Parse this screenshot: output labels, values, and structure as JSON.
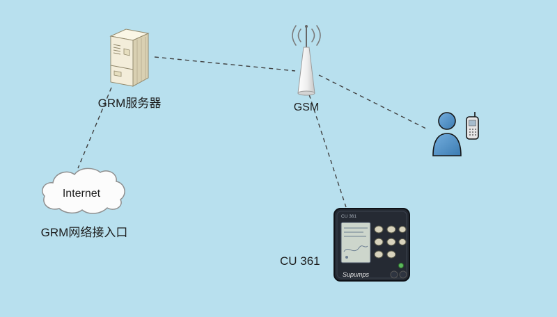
{
  "background": "#b8e0ee",
  "colors": {
    "line": "#404040",
    "label_text": "#1c1c1c",
    "person_blue": "#4a8cc0"
  },
  "nodes": {
    "server": {
      "label": "GRM服务器"
    },
    "gsm": {
      "label": "GSM"
    },
    "internet": {
      "cloud_text": "Internet",
      "label": "GRM网络接入口"
    },
    "cu361": {
      "label": "CU 361",
      "panel_text": "CU 361",
      "brand": "Supumps"
    },
    "mobile_user": {
      "label": ""
    }
  },
  "connections": [
    {
      "from": "server",
      "to": "gsm"
    },
    {
      "from": "server",
      "to": "internet"
    },
    {
      "from": "gsm",
      "to": "cu361"
    },
    {
      "from": "gsm",
      "to": "mobile_user"
    }
  ]
}
